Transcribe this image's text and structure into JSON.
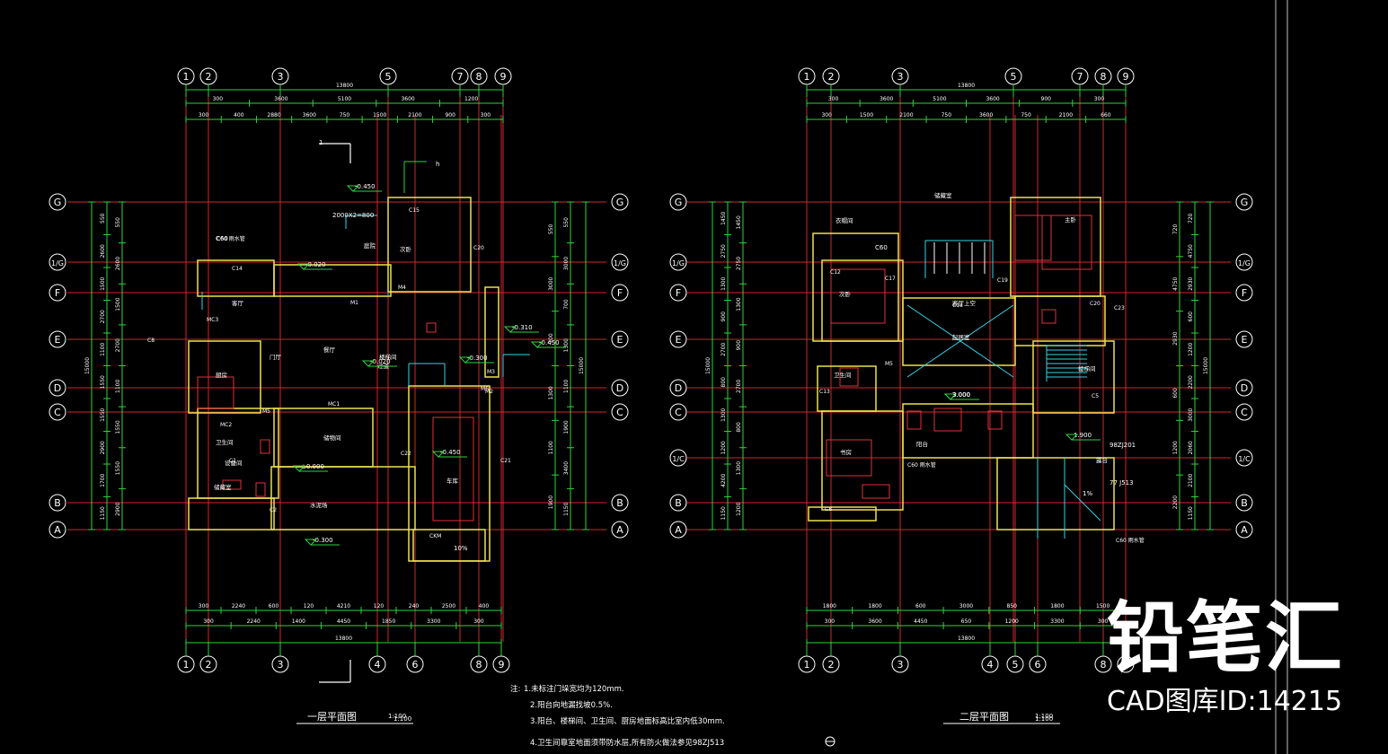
{
  "brand": {
    "logo": "铅笔汇",
    "id_text": "CAD图库ID:14215"
  },
  "colors": {
    "grid": "#d4252e",
    "dim": "#2cd53c",
    "wall": "#ece24e",
    "text": "#ffffff",
    "detail": "#32d6e6",
    "fixture": "#e0323c",
    "frame": "#bfbfbf"
  },
  "plans": [
    {
      "key": "plan1",
      "title": "一层平面图",
      "scale": "1:100",
      "top_axes": [
        "1",
        "2",
        "3",
        "5",
        "7",
        "8",
        "9"
      ],
      "bottom_axes": [
        "1",
        "2",
        "3",
        "4",
        "6",
        "8",
        "9"
      ],
      "side_axes": [
        "G",
        "1/G",
        "F",
        "E",
        "D",
        "C",
        "B",
        "A"
      ],
      "overall_top": "13800",
      "overall_bottom": "13800",
      "top_dims_1": [
        "300",
        "3600",
        "5100",
        "3600",
        "1200"
      ],
      "top_dims_2": [
        "300",
        "400",
        "2880",
        "3600",
        "750",
        "1500",
        "2100",
        "900",
        "300"
      ],
      "bottom_dims_1": [
        "300",
        "2240",
        "600",
        "120",
        "4210",
        "120",
        "240",
        "2500",
        "400"
      ],
      "bottom_dims_2": [
        "300",
        "2240",
        "1400",
        "4450",
        "1850",
        "3300",
        "300"
      ],
      "left_dims": [
        "550",
        "2600",
        "1500",
        "2700",
        "1100",
        "1550",
        "1550",
        "2900",
        "1700",
        "1150"
      ],
      "right_dims": [
        "550",
        "3000",
        "700",
        "1300",
        "1100",
        "1900",
        "3400",
        "1150"
      ],
      "overall_side": "15000",
      "levels": [
        "-0.450",
        "-0.020",
        "±0.000",
        "-0.300",
        "-0.450",
        "-0.300",
        "-0.020",
        "-0.450",
        "-0.310"
      ],
      "rooms": [
        "客厅",
        "餐厅",
        "厨房",
        "卫生间",
        "储藏室",
        "车库",
        "水泥场",
        "次卧",
        "庭院",
        "过道",
        "楼梯间",
        "门厅",
        "储物间",
        "设备间"
      ],
      "doors": [
        "MC3",
        "M4",
        "M3",
        "M2",
        "M1",
        "MC1",
        "MC2",
        "C1",
        "C2",
        "C14",
        "C15",
        "C20",
        "C21",
        "C22",
        "M5",
        "M6",
        "CKM",
        "C8 ",
        "C60 雨水管"
      ],
      "notes": [
        "10%",
        "1",
        "h",
        "2000X2=800",
        "1:100",
        "C60"
      ]
    },
    {
      "key": "plan2",
      "title": "二层平面图",
      "scale": "1:100",
      "top_axes": [
        "1",
        "2",
        "3",
        "5",
        "7",
        "8",
        "9"
      ],
      "bottom_axes": [
        "1",
        "2",
        "3",
        "4",
        "5",
        "6",
        "8",
        "9"
      ],
      "side_axes": [
        "G",
        "1/G",
        "F",
        "E",
        "D",
        "C",
        "1/C",
        "B",
        "A"
      ],
      "overall_top": "13800",
      "overall_bottom": "13800",
      "top_dims_1": [
        "300",
        "3600",
        "5100",
        "3600",
        "900",
        "300"
      ],
      "top_dims_2": [
        "300",
        "1500",
        "2100",
        "750",
        "3600",
        "750",
        "2100",
        "660"
      ],
      "bottom_dims_1": [
        "1800",
        "1800",
        "600",
        "3000",
        "850",
        "1800",
        "1500"
      ],
      "bottom_dims_2": [
        "300",
        "3600",
        "4450",
        "650",
        "1200",
        "3300",
        "300"
      ],
      "left_dims": [
        "1450",
        "2750",
        "1300",
        "900",
        "2700",
        "800",
        "1300",
        "1200",
        "4200",
        "1150"
      ],
      "right_dims": [
        "720",
        "4750",
        "2930",
        "600",
        "1200",
        "2200",
        "3000",
        "2060",
        "2100",
        "1150"
      ],
      "overall_side": "15000",
      "levels": [
        "3.000",
        "1.900",
        "3.000"
      ],
      "rooms": [
        "主卧",
        "次卧",
        "书房",
        "卫生间",
        "起居室",
        "阳台",
        "露台",
        "楼梯间",
        "客厅上空",
        "衣帽间",
        "储藏室"
      ],
      "doors": [
        "C12",
        "C13",
        "C17",
        "C18",
        "C19",
        "C20",
        "C23",
        "C5",
        "M5",
        "C8",
        "C60 雨水管",
        "C60 雨水管"
      ],
      "notes": [
        "3.000",
        "1%",
        "98ZJ201",
        "77 J513",
        "1:100",
        "C60"
      ]
    }
  ],
  "notes": {
    "title": "注:",
    "lines": [
      "1.未标注门垛宽均为120mm.",
      "2.阳台向地漏找坡0.5%.",
      "3.阳台、楼梯间、卫生间、厨房地面标高比室内低30mm.",
      "4.卫生间靠室地面须带防水层,所有防火做法参见98ZJ513"
    ]
  }
}
